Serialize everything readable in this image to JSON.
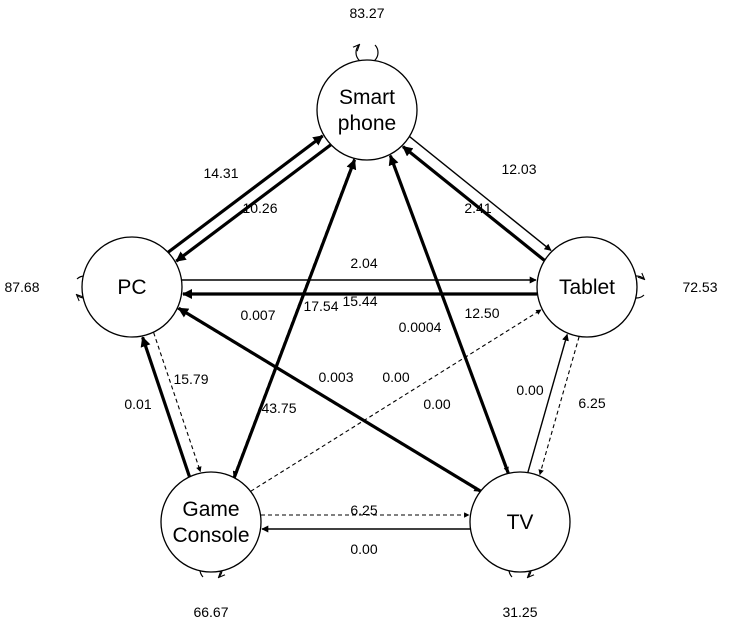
{
  "nodes": [
    {
      "id": "smartphone",
      "lines": [
        "Smart",
        "phone"
      ],
      "self_loop": "83.27"
    },
    {
      "id": "pc",
      "lines": [
        "PC"
      ],
      "self_loop": "87.68"
    },
    {
      "id": "tablet",
      "lines": [
        "Tablet"
      ],
      "self_loop": "72.53"
    },
    {
      "id": "gameconsole",
      "lines": [
        "Game",
        "Console"
      ],
      "self_loop": "66.67"
    },
    {
      "id": "tv",
      "lines": [
        "TV"
      ],
      "self_loop": "31.25"
    }
  ],
  "edges": [
    {
      "from": "smartphone",
      "to": "pc",
      "label": "14.31",
      "style": "thick"
    },
    {
      "from": "pc",
      "to": "smartphone",
      "label": "10.26",
      "style": "thick"
    },
    {
      "from": "smartphone",
      "to": "tablet",
      "label": "2.41",
      "style": "solid"
    },
    {
      "from": "tablet",
      "to": "smartphone",
      "label": "12.03",
      "style": "thick"
    },
    {
      "from": "pc",
      "to": "tablet",
      "label": "2.04",
      "style": "solid"
    },
    {
      "from": "tablet",
      "to": "pc",
      "label": "15.44",
      "style": "thick"
    },
    {
      "from": "smartphone",
      "to": "gameconsole",
      "label": "0.007",
      "style": "dashed"
    },
    {
      "from": "gameconsole",
      "to": "smartphone",
      "label": "17.54",
      "style": "thick"
    },
    {
      "from": "smartphone",
      "to": "tv",
      "label": "0.0004",
      "style": "dashed"
    },
    {
      "from": "tv",
      "to": "smartphone",
      "label": "12.50",
      "style": "thick"
    },
    {
      "from": "pc",
      "to": "tv",
      "label": "0.003",
      "style": "dashed"
    },
    {
      "from": "tv",
      "to": "pc",
      "label": "43.75",
      "style": "thick"
    },
    {
      "from": "gameconsole",
      "to": "tablet",
      "label": "0.00",
      "style": "dashed"
    },
    {
      "from": "pc",
      "to": "gameconsole",
      "label": "0.01",
      "style": "dashed"
    },
    {
      "from": "gameconsole",
      "to": "pc",
      "label": "15.79",
      "style": "thick"
    },
    {
      "from": "tablet",
      "to": "tv",
      "label": "0.00",
      "style": "dashed"
    },
    {
      "from": "tv",
      "to": "tablet",
      "label": "6.25",
      "style": "solid"
    },
    {
      "from": "tv",
      "to": "gameconsole",
      "label": "6.25",
      "style": "solid"
    },
    {
      "from": "gameconsole",
      "to": "tv",
      "label": "0.00",
      "style": "dashed"
    },
    {
      "from": "tv",
      "to": "tv_pc_extra",
      "label": "0.00",
      "style": "none"
    }
  ]
}
